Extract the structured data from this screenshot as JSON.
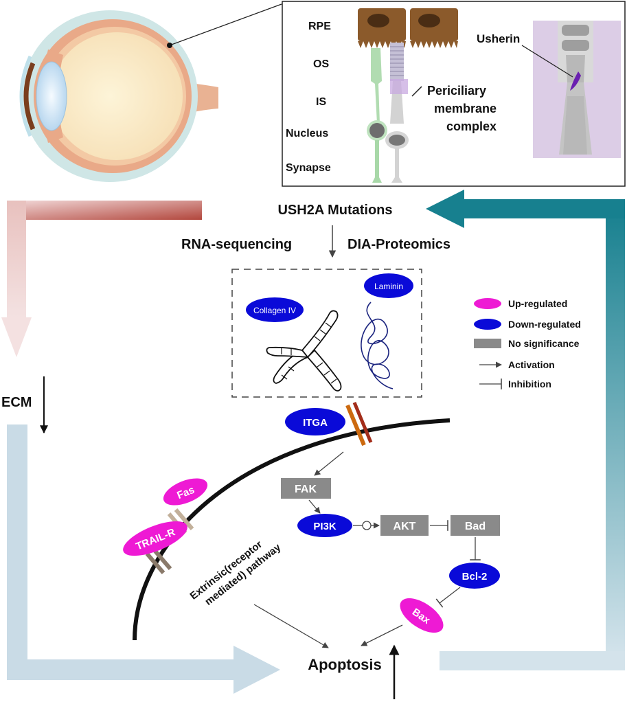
{
  "retina_panel": {
    "layers": [
      "RPE",
      "OS",
      "IS",
      "Nucleus",
      "Synapse"
    ],
    "complex_label": [
      "Periciliary",
      "membrane",
      "complex"
    ],
    "protein_label": "Usherin"
  },
  "flow": {
    "top_label": "USH2A Mutations",
    "method_left": "RNA-sequencing",
    "method_right": "DIA-Proteomics"
  },
  "ecm": {
    "label": "ECM",
    "collagen_label": "Collagen IV",
    "laminin_label": "Laminin"
  },
  "legend": {
    "items": [
      {
        "label": "Up-regulated",
        "color": "#ee1ad4"
      },
      {
        "label": "Down-regulated",
        "color": "#0a0ad8"
      },
      {
        "label": "No significance",
        "color": "#8a8a8a"
      },
      {
        "label": "Activation"
      },
      {
        "label": "Inhibition"
      }
    ]
  },
  "pathway": {
    "itga": "ITGA",
    "fak": "FAK",
    "pi3k": "PI3K",
    "akt": "AKT",
    "bad": "Bad",
    "bcl2": "Bcl-2",
    "bax": "Bax",
    "fas": "Fas",
    "trail": "TRAIL-R",
    "extrinsic_line1": "Extrinsic(receptor",
    "extrinsic_line2": "mediated) pathway",
    "apoptosis": "Apoptosis"
  },
  "colors": {
    "up": "#ee1ad4",
    "down": "#0a0ad8",
    "nosig": "#8a8a8a",
    "rpe": "#8b5a2b",
    "left_arrow": "#b5483d",
    "right_arrow": "#1a7f8e",
    "light_arrow": "#c9dbe6"
  }
}
